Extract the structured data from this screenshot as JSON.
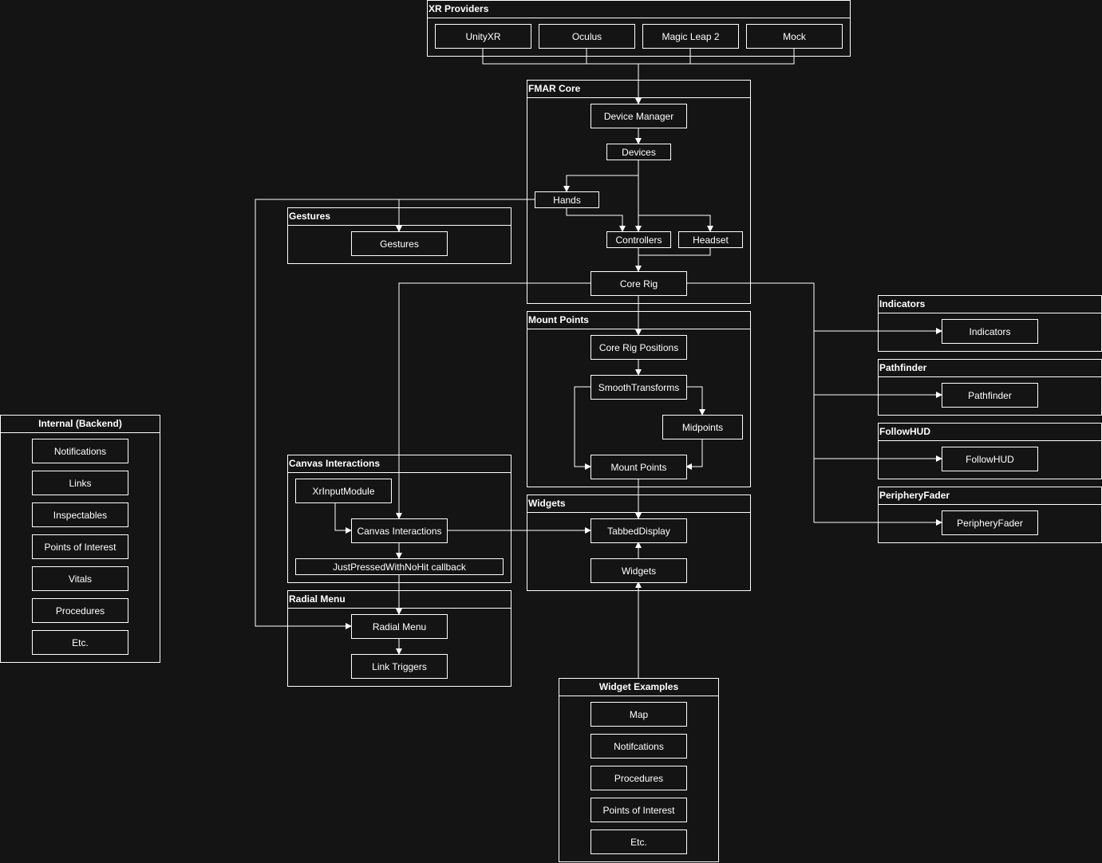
{
  "colors": {
    "background": "#141414",
    "stroke": "#ffffff",
    "text": "#ffffff"
  },
  "groups": {
    "xr_providers": {
      "title": "XR Providers",
      "items": [
        "UnityXR",
        "Oculus",
        "Magic Leap 2",
        "Mock"
      ]
    },
    "fmar_core": {
      "title": "FMAR Core",
      "device_manager": "Device Manager",
      "devices": "Devices",
      "hands": "Hands",
      "controllers": "Controllers",
      "headset": "Headset",
      "core_rig": "Core Rig"
    },
    "gestures": {
      "title": "Gestures",
      "gestures": "Gestures"
    },
    "mount_points": {
      "title": "Mount Points",
      "core_rig_positions": "Core Rig Positions",
      "smooth_transforms": "SmoothTransforms",
      "midpoints": "Midpoints",
      "mount_points": "Mount Points"
    },
    "canvas_interactions": {
      "title": "Canvas Interactions",
      "xr_input_module": "XrInputModule",
      "canvas_interactions": "Canvas Interactions",
      "just_pressed_callback": "JustPressedWithNoHit callback"
    },
    "radial_menu": {
      "title": "Radial Menu",
      "radial_menu": "Radial Menu",
      "link_triggers": "Link Triggers"
    },
    "widgets": {
      "title": "Widgets",
      "tabbed_display": "TabbedDisplay",
      "widgets": "Widgets"
    },
    "widget_examples": {
      "title": "Widget Examples",
      "items": [
        "Map",
        "Notifcations",
        "Procedures",
        "Points of Interest",
        "Etc."
      ]
    },
    "internal_backend": {
      "title": "Internal (Backend)",
      "items": [
        "Notifications",
        "Links",
        "Inspectables",
        "Points of Interest",
        "Vitals",
        "Procedures",
        "Etc."
      ]
    },
    "indicators": {
      "title": "Indicators",
      "node": "Indicators"
    },
    "pathfinder": {
      "title": "Pathfinder",
      "node": "Pathfinder"
    },
    "followhud": {
      "title": "FollowHUD",
      "node": "FollowHUD"
    },
    "periphery_fader": {
      "title": "PeripheryFader",
      "node": "PeripheryFader"
    }
  }
}
